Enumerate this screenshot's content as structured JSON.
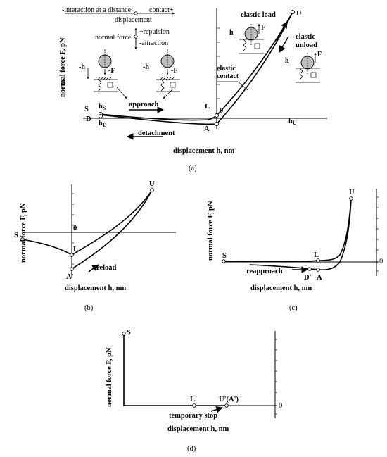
{
  "panel_a": {
    "legend": {
      "left": "-interaction at a distance",
      "right": "contact+",
      "axis_name": "displacement",
      "force_name": "normal force",
      "repulsion": "+repulsion",
      "attraction": "-attraction"
    },
    "ylabel": "normal force F, pN",
    "xlabel": "displacement h, nm",
    "points": {
      "S": "S",
      "D": "D",
      "hS": "h",
      "hS_sub": "S",
      "hD": "h",
      "hD_sub": "D",
      "L": "L",
      "zero": "0",
      "A": "A",
      "U": "U",
      "hU": "h",
      "hU_sub": "U"
    },
    "labels": {
      "approach": "approach",
      "detachment": "detachment",
      "elastic_contact_1": "elastic",
      "elastic_contact_2": "contact",
      "elastic_load": "elastic load",
      "elastic_unload_1": "elastic",
      "elastic_unload_2": "unload"
    },
    "sphere_labels": {
      "neg_h": "-h",
      "neg_F": "-F",
      "h": "h",
      "F": "F"
    },
    "caption": "(a)"
  },
  "panel_b": {
    "ylabel": "normal force F, pN",
    "xlabel": "displacement h, nm",
    "points": {
      "S": "S",
      "zero": "0",
      "L": "L",
      "A": "A'",
      "U": "U"
    },
    "reload": "reload",
    "caption": "(b)"
  },
  "panel_c": {
    "ylabel": "normal force F, pN",
    "xlabel": "displacement h, nm",
    "points": {
      "S": "S",
      "L": "L",
      "D": "D'",
      "A": "A",
      "U": "U",
      "zero": "0"
    },
    "reapproach": "reapproach",
    "caption": "(c)"
  },
  "panel_d": {
    "ylabel": "normal force F, pN",
    "xlabel": "displacement h, nm",
    "points": {
      "S": "S",
      "L": "L'",
      "U": "U'(A')",
      "zero": "0"
    },
    "stop": "temporary stop",
    "caption": "(d)"
  }
}
